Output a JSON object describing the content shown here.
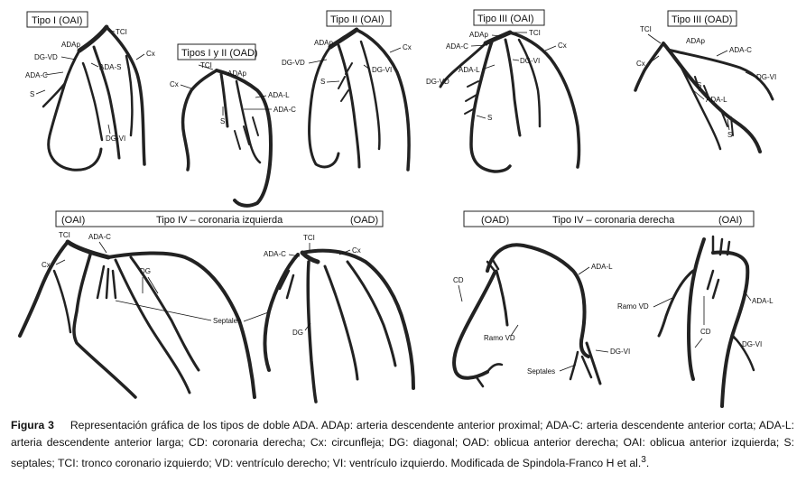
{
  "panels": {
    "tipo1": "Tipo I (OAI)",
    "tipo12": "Tipos I y II (OAD)",
    "tipo2": "Tipo II (OAI)",
    "tipo3a": "Tipo III (OAI)",
    "tipo3b": "Tipo III (OAD)",
    "tipo4iz": {
      "left": "(OAI)",
      "title": "Tipo IV – coronaria izquierda",
      "right": "(OAD)"
    },
    "tipo4de": {
      "left": "(OAD)",
      "title": "Tipo IV – coronaria derecha",
      "right": "(OAI)"
    }
  },
  "labels": {
    "tci": "TCI",
    "adap": "ADAp",
    "cx": "Cx",
    "dgvd": "DG-VD",
    "adac": "ADA-C",
    "adas": "ADA-S",
    "s": "S",
    "dgvi": "DG-VI",
    "adal": "ADA-L",
    "dg": "DG",
    "septales_cap": "Septales",
    "septales": "Septales",
    "cd": "CD",
    "ramovd": "Ramo VD"
  },
  "caption": {
    "figure": "Figura 3",
    "text": "Representación gráfica de los tipos de doble ADA. ADAp: arteria descendente anterior proximal; ADA-C: arteria descendente anterior corta; ADA-L: arteria descendente anterior larga; CD: coronaria derecha; Cx: circunfleja; DG: diagonal; OAD: oblicua anterior derecha; OAI: oblicua anterior izquierda; S: septales; TCI: tronco coronario izquierdo; VD: ventrículo derecho; VI: ventrículo izquierdo. Modificada de Spindola-Franco H et al.",
    "ref": "3",
    "end": "."
  }
}
